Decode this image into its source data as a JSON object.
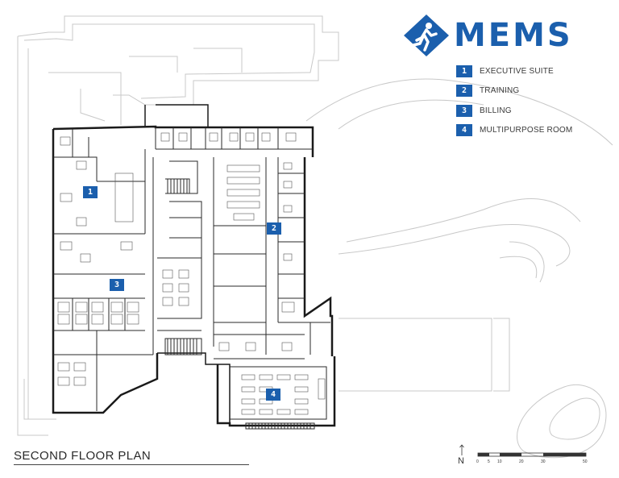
{
  "logo": {
    "text": "MEMS",
    "mark_icon": "running-person-diamond-icon"
  },
  "legend": [
    {
      "num": "1",
      "label": "EXECUTIVE SUITE"
    },
    {
      "num": "2",
      "label": "TRAINING"
    },
    {
      "num": "3",
      "label": "BILLING"
    },
    {
      "num": "4",
      "label": "MULTIPURPOSE ROOM"
    }
  ],
  "markers": [
    "1",
    "2",
    "3",
    "4"
  ],
  "plan_title": "SECOND FLOOR PLAN",
  "north": {
    "label": "N",
    "icon": "north-arrow-icon"
  },
  "scale": {
    "labels": [
      "0",
      "5",
      "10",
      "20",
      "30",
      "50"
    ]
  },
  "colors": {
    "brand": "#1b5fad",
    "wall": "#1a1a1a",
    "site_lines": "#c8c8c8"
  }
}
